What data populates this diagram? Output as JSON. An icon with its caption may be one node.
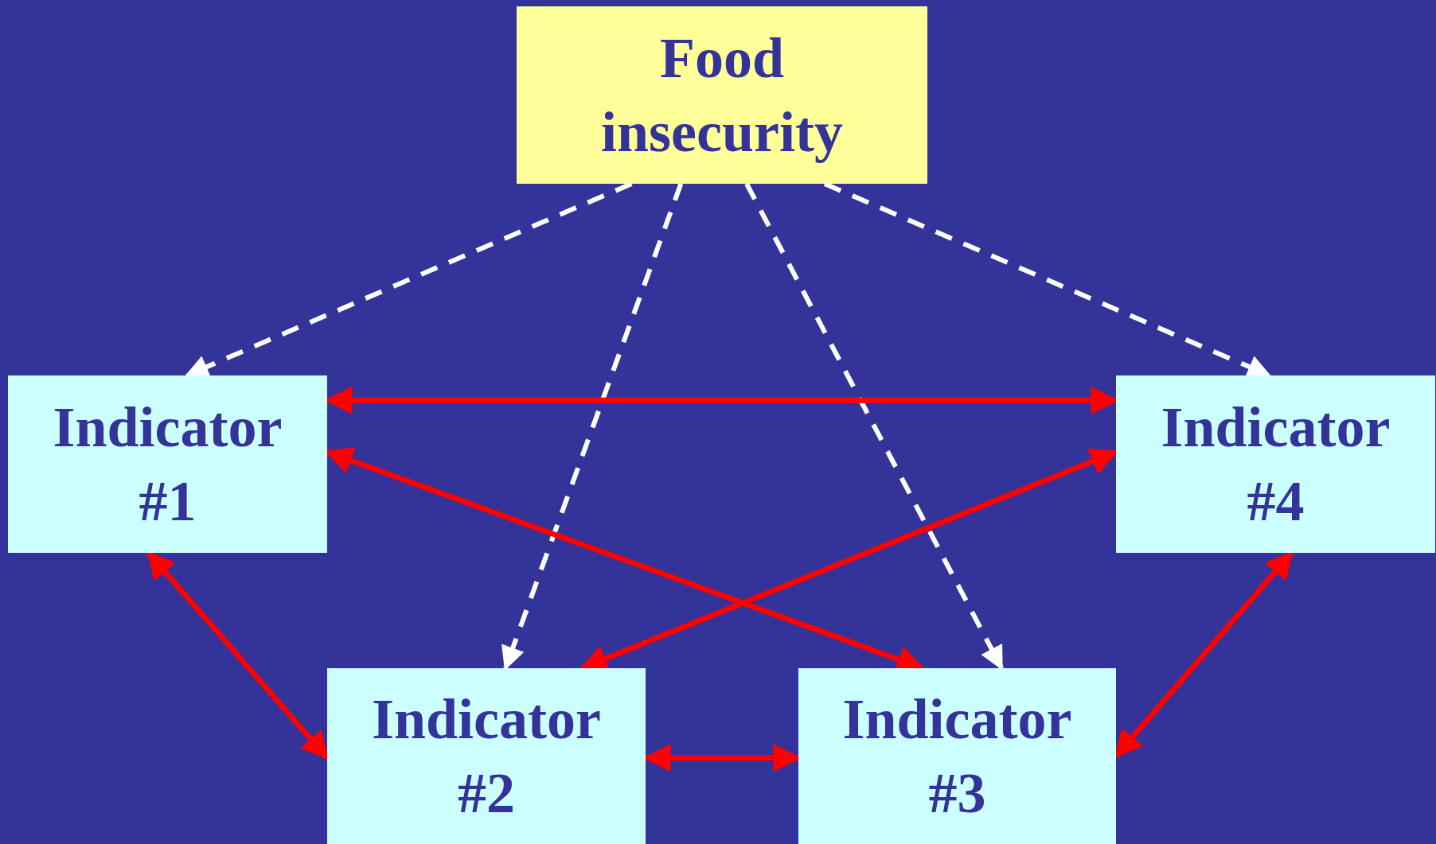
{
  "diagram": {
    "nodes": [
      {
        "text": [
          "Food insecurity"
        ]
      },
      {
        "text": [
          "Indicator #1"
        ]
      },
      {
        "text": [
          "Indicator #2"
        ]
      },
      {
        "text": [
          "Indicator #3"
        ]
      },
      {
        "text": [
          "Indicator #4"
        ]
      }
    ],
    "edges": [
      {
        "from": 0,
        "to": 1,
        "arrow": "to",
        "style": "dashed",
        "color": "#ffffff"
      },
      {
        "from": 0,
        "to": 2,
        "arrow": "to",
        "style": "dashed",
        "color": "#ffffff"
      },
      {
        "from": 0,
        "to": 3,
        "arrow": "to",
        "style": "dashed",
        "color": "#ffffff"
      },
      {
        "from": 0,
        "to": 4,
        "arrow": "to",
        "style": "dashed",
        "color": "#ffffff"
      },
      {
        "from": 1,
        "to": 4,
        "arrow": "both"
      },
      {
        "from": 1,
        "to": 3,
        "arrow": "both"
      },
      {
        "from": 4,
        "to": 2,
        "arrow": "both"
      },
      {
        "from": 1,
        "to": 2,
        "arrow": "both"
      },
      {
        "from": 2,
        "to": 3,
        "arrow": "both"
      },
      {
        "from": 4,
        "to": 3,
        "arrow": "both"
      }
    ]
  }
}
